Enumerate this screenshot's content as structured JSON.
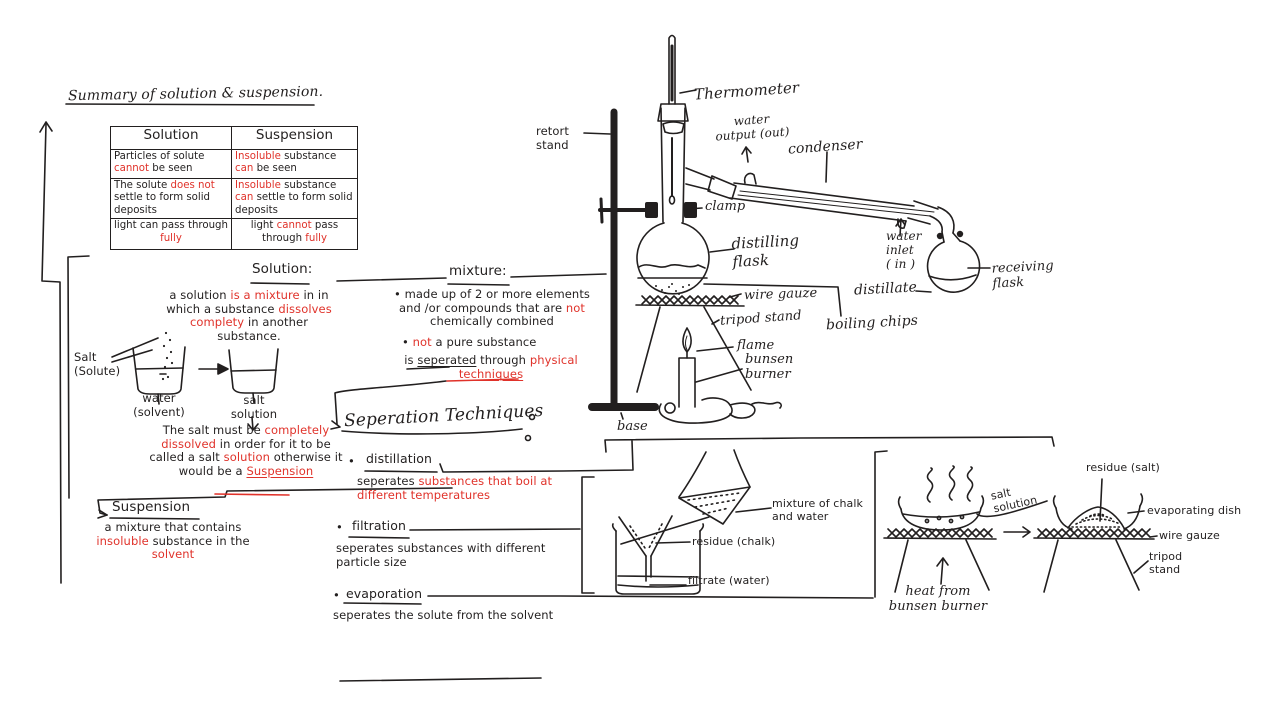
{
  "palette": {
    "ink": "#221f1f",
    "red": "#e0322a",
    "paper": "#ffffff"
  },
  "title": "Summary of solution & suspension.",
  "table": {
    "headers": [
      "Solution",
      "Suspension"
    ],
    "rows": [
      {
        "left": [
          {
            "t": "Particles of solute "
          },
          {
            "t": "cannot",
            "c": "red"
          },
          {
            "t": " be seen"
          }
        ],
        "right": [
          {
            "t": "Insoluble",
            "c": "red"
          },
          {
            "t": " substance "
          },
          {
            "t": "can",
            "c": "red"
          },
          {
            "t": " be seen"
          }
        ]
      },
      {
        "left": [
          {
            "t": "The solute "
          },
          {
            "t": "does not",
            "c": "red"
          },
          {
            "t": " settle to form solid deposits"
          }
        ],
        "right": [
          {
            "t": "Insoluble",
            "c": "red"
          },
          {
            "t": " substance "
          },
          {
            "t": "can",
            "c": "red"
          },
          {
            "t": " settle to form solid deposits"
          }
        ]
      },
      {
        "left": [
          {
            "t": "light can pass through "
          },
          {
            "t": "fully",
            "c": "red"
          }
        ],
        "right": [
          {
            "t": "light "
          },
          {
            "t": "cannot",
            "c": "red"
          },
          {
            "t": " pass through "
          },
          {
            "t": "fully",
            "c": "red"
          }
        ]
      }
    ]
  },
  "solution": {
    "heading": "Solution:",
    "body": [
      {
        "t": "a solution "
      },
      {
        "t": "is a mixture",
        "c": "red"
      },
      {
        "t": " in in which a substance "
      },
      {
        "t": "dissolves complety",
        "c": "red"
      },
      {
        "t": " in another substance."
      }
    ],
    "salt_label": "Salt\n(Solute)",
    "water_label": "water\n(solvent)",
    "salt_solution_label": "salt\nsolution",
    "note": [
      {
        "t": "The salt must be "
      },
      {
        "t": "completely dissolved",
        "c": "red"
      },
      {
        "t": " in order for it to be called a salt "
      },
      {
        "t": "solution",
        "c": "red"
      },
      {
        "t": " otherwise it would be a "
      },
      {
        "t": "Suspension",
        "c": "red",
        "u": true
      }
    ]
  },
  "suspension": {
    "heading": "Suspension",
    "body": [
      {
        "t": "a mixture that contains "
      },
      {
        "t": "insoluble",
        "c": "red"
      },
      {
        "t": " substance in the "
      },
      {
        "t": "solvent",
        "c": "red"
      }
    ]
  },
  "mixture": {
    "heading": "mixture:",
    "bullet1": [
      {
        "t": "• made up of 2 or more elements and /or compounds that are "
      },
      {
        "t": "not",
        "c": "red"
      },
      {
        "t": " chemically combined"
      }
    ],
    "bullet2": [
      {
        "t": "• "
      },
      {
        "t": "not",
        "c": "red"
      },
      {
        "t": " a pure substance"
      }
    ],
    "footer": [
      {
        "t": "is "
      },
      {
        "t": "seperated",
        "u": true
      },
      {
        "t": " through "
      },
      {
        "t": "physical ",
        "c": "red"
      },
      {
        "t": "techniques",
        "c": "red",
        "u": true
      }
    ]
  },
  "techniques": {
    "heading": "Seperation Techniques",
    "items": [
      {
        "bullet": "•",
        "label": "distillation",
        "desc": [
          {
            "t": "seperates "
          },
          {
            "t": "substances that boil at different temperatures",
            "c": "red"
          }
        ]
      },
      {
        "bullet": "•",
        "label": "filtration",
        "desc": [
          {
            "t": "seperates substances with different particle size"
          }
        ]
      },
      {
        "bullet": "•",
        "label": "evaporation",
        "desc": [
          {
            "t": "seperates the solute from the solvent"
          }
        ]
      }
    ]
  },
  "distillation_diagram": {
    "thermometer": "Thermometer",
    "retort_stand": "retort\nstand",
    "water_output": "water\noutput (out)",
    "condenser": "condenser",
    "clamp": "clamp",
    "distilling_flask": "distilling\nflask",
    "wire_gauze": "wire gauze",
    "tripod_stand": "tripod stand",
    "flame": "flame",
    "bunsen_burner": "bunsen\nburner",
    "base": "base",
    "water_inlet": "water\ninlet\n( in )",
    "distillate": "distillate",
    "receiving_flask": "receiving\nflask",
    "boiling_chips": "boiling chips"
  },
  "filtration_diagram": {
    "mixture_label": "mixture of chalk\nand water",
    "residue_label": "residue (chalk)",
    "filtrate_label": "filtrate (water)"
  },
  "evaporation_diagram": {
    "salt_solution": "salt\nsolution",
    "heat": "heat from\nbunsen burner",
    "residue": "residue (salt)",
    "evaporating_dish": "evaporating dish",
    "wire_gauze": "wire gauze",
    "tripod_stand": "tripod\nstand"
  }
}
